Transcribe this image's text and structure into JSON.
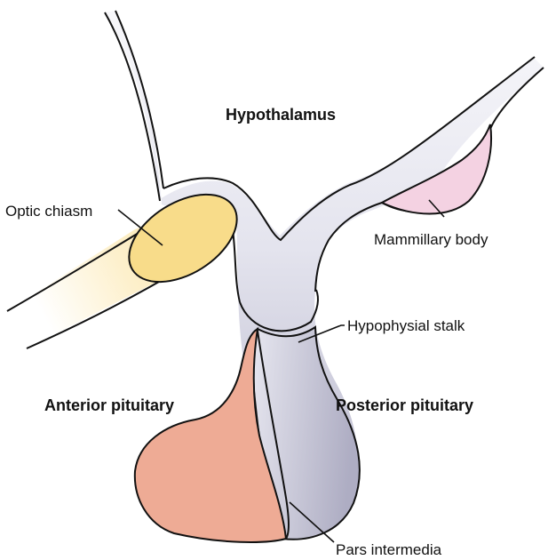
{
  "labels": {
    "hypothalamus": "Hypothalamus",
    "optic_chiasm": "Optic chiasm",
    "mammillary_body": "Mammillary body",
    "hypophysial_stalk": "Hypophysial stalk",
    "anterior_pituitary": "Anterior pituitary",
    "posterior_pituitary": "Posterior pituitary",
    "pars_intermedia": "Pars intermedia"
  },
  "colors": {
    "outline": "#111111",
    "neural_tissue_light": "#f7f7fa",
    "neural_tissue_dark": "#b9b8cc",
    "optic_chiasm": "#f8dc8a",
    "optic_nerve_fade": "#fbe7b0",
    "mammillary_body": "#f3cfe0",
    "anterior_pituitary": "#eeab95"
  }
}
